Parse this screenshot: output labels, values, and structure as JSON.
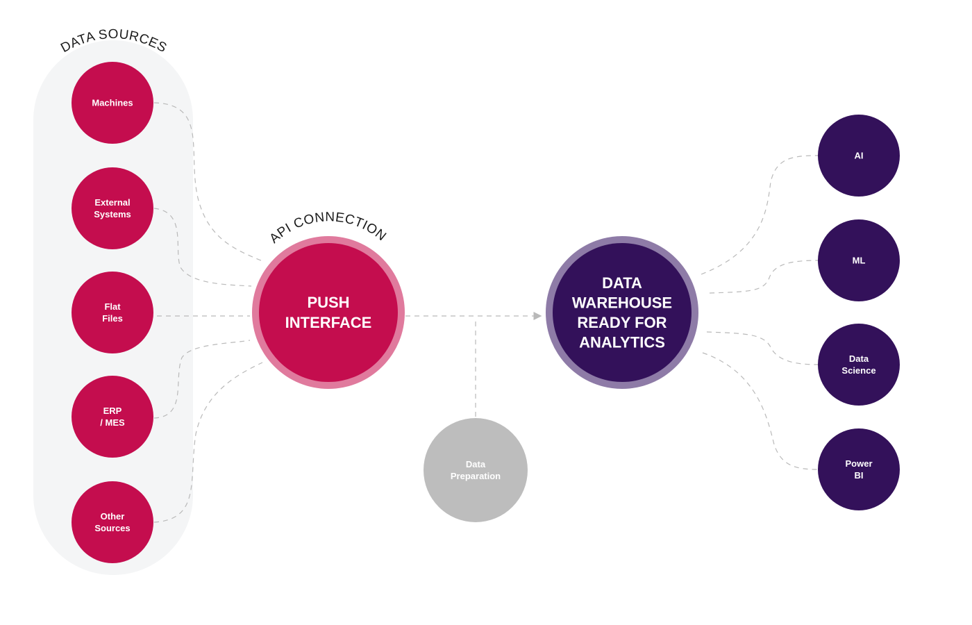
{
  "colors": {
    "source_fill": "#c40d4e",
    "push_fill": "#c40d4e",
    "push_ring": "#e07a9d",
    "warehouse_fill": "#33115a",
    "warehouse_ring": "#8e7ba7",
    "output_fill": "#33115a",
    "prep_fill": "#bdbdbd",
    "panel_fill": "#f4f5f6",
    "connector": "#b9b9b9"
  },
  "sources": {
    "title": "DATA SOURCES",
    "items": [
      {
        "id": "machines",
        "lines": [
          "Machines"
        ]
      },
      {
        "id": "external-systems",
        "lines": [
          "External",
          "Systems"
        ]
      },
      {
        "id": "flat-files",
        "lines": [
          "Flat",
          "Files"
        ]
      },
      {
        "id": "erp-mes",
        "lines": [
          "ERP",
          "/ MES"
        ]
      },
      {
        "id": "other-sources",
        "lines": [
          "Other",
          "Sources"
        ]
      }
    ]
  },
  "push": {
    "arc_label": "API CONNECTION",
    "lines": [
      "PUSH",
      "INTERFACE"
    ]
  },
  "preparation": {
    "lines": [
      "Data",
      "Preparation"
    ]
  },
  "warehouse": {
    "lines": [
      "DATA",
      "WAREHOUSE",
      "READY FOR",
      "ANALYTICS"
    ]
  },
  "outputs": {
    "items": [
      {
        "id": "ai",
        "lines": [
          "AI"
        ]
      },
      {
        "id": "ml",
        "lines": [
          "ML"
        ]
      },
      {
        "id": "data-science",
        "lines": [
          "Data",
          "Science"
        ]
      },
      {
        "id": "power-bi",
        "lines": [
          "Power",
          "BI"
        ]
      }
    ]
  }
}
